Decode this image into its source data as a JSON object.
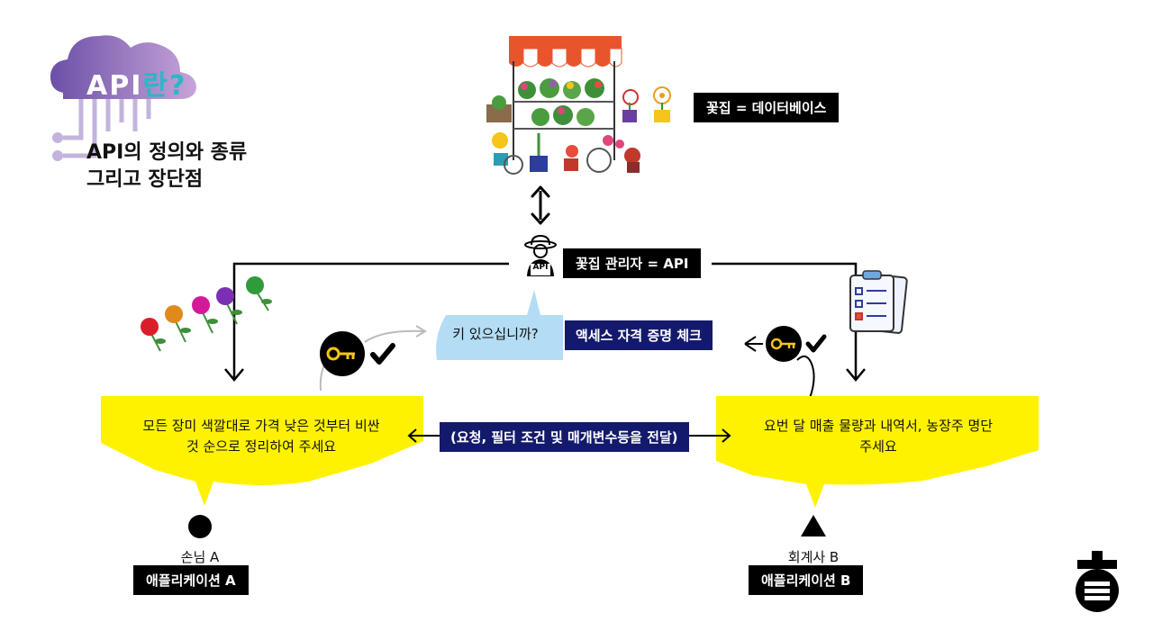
{
  "logo": {
    "text_main": "API",
    "text_accent": "란?"
  },
  "subtitle": {
    "line1": "API의 정의와 종류",
    "line2": "그리고 장단점"
  },
  "database_label": "꽃집 = 데이터베이스",
  "api_label": "꽃집 관리자 = API",
  "api_badge": "API",
  "key_question": "키 있으십니까?",
  "credential_check": "액세스 자격 증명 체크",
  "request_label": "(요청, 필터 조건 및 매개변수등을 전달)",
  "client_a": {
    "request_line1": "모든 장미 색깔대로 가격 낮은 것부터 비싼",
    "request_line2": "것 순으로 정리하여 주세요",
    "name": "손님 A",
    "app": "애플리케이션 A"
  },
  "client_b": {
    "request_line1": "요번 달 매출 물량과 내역서, 농장주 명단",
    "request_line2": "주세요",
    "name": "회계사 B",
    "app": "애플리케이션 B"
  },
  "colors": {
    "bubble_yellow": "#fff200",
    "navy": "#141a6b",
    "light_blue": "#b3ddf5",
    "logo_purple": "#7a5fb0",
    "accent_teal": "#2ab7c6"
  },
  "icons": [
    "cloud-logo-icon",
    "flower-stall-icon",
    "double-arrow-icon",
    "manager-icon",
    "roses-icon",
    "clipboard-icon",
    "key-check-icon",
    "circle-icon",
    "triangle-icon",
    "brand-logo-icon"
  ]
}
